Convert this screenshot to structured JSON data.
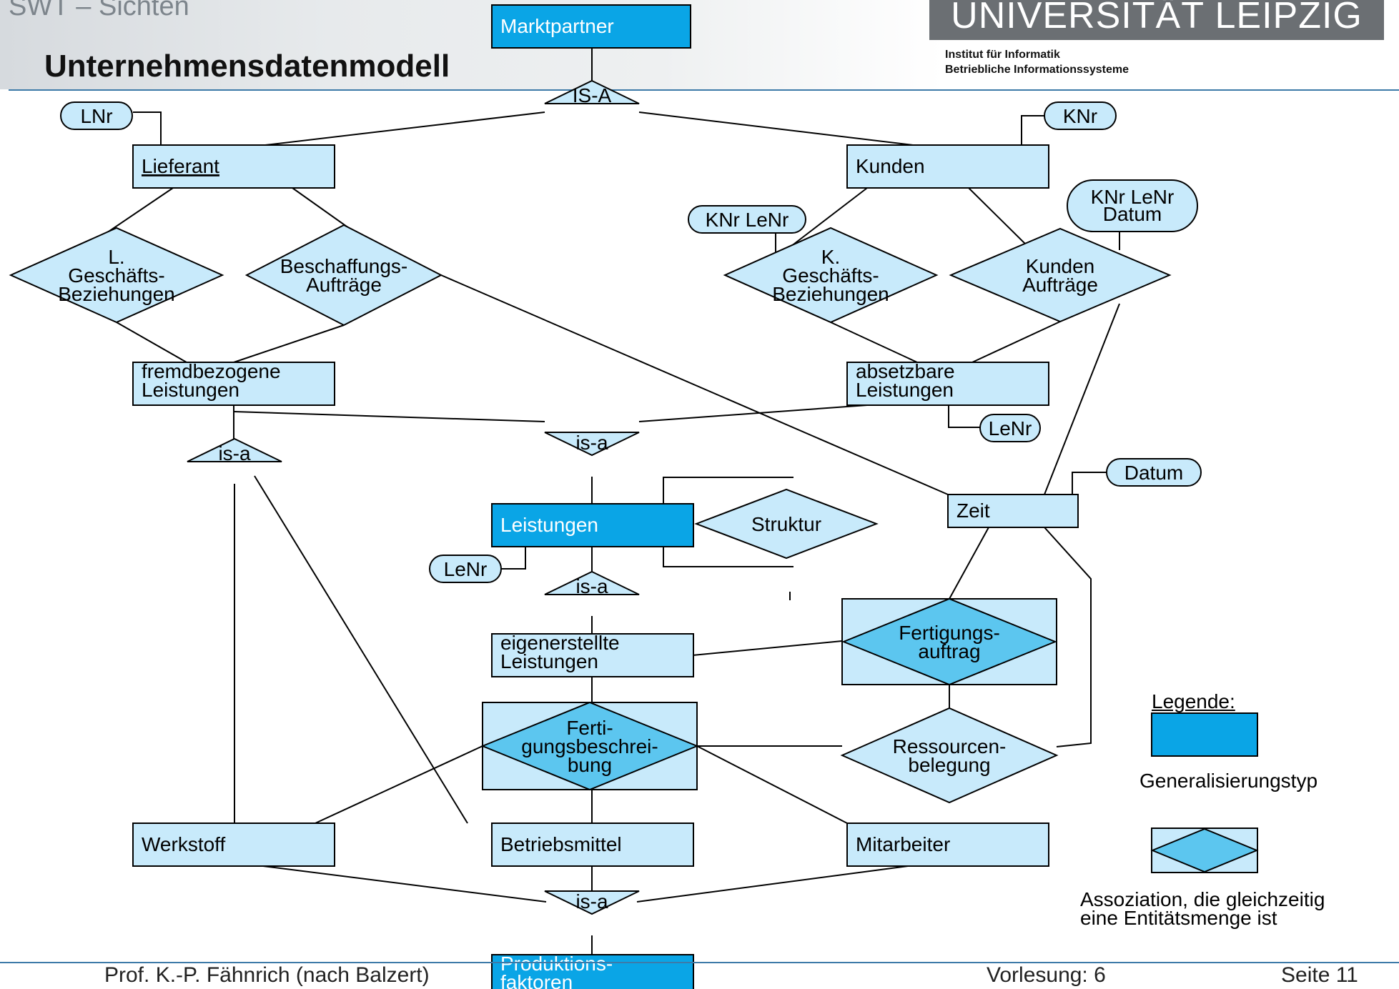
{
  "header": {
    "course": "SWT – Sichten",
    "title": "Unternehmensdatenmodell",
    "university": "UNIVERSITÄT LEIPZIG",
    "institute_line1": "Institut für Informatik",
    "institute_line2": "Betriebliche Informationssysteme"
  },
  "footer": {
    "author": "Prof. K.-P. Fähnrich (nach Balzert)",
    "lecture": "Vorlesung: 6",
    "page": "Seite 11"
  },
  "legend": {
    "title": "Legende:",
    "generalization_label": "Generalisierungstyp",
    "association_label_line1": "Assoziation, die gleichzeitig",
    "association_label_line2": "eine Entitätsmenge ist"
  },
  "colors": {
    "entity_fill": "#c8eafb",
    "relationship_fill": "#c8eafb",
    "generalization_fill": "#0aa5e6",
    "assoc_entity_diamond": "#5cc6ef",
    "stroke": "#000000",
    "accent_rule": "#3d7aa8"
  },
  "diagram": {
    "entities": [
      {
        "id": "marktpartner",
        "kind": "generalization",
        "lines": [
          "Marktpartner"
        ]
      },
      {
        "id": "lieferant",
        "kind": "entity",
        "lines": [
          "Lieferant"
        ],
        "underline": true
      },
      {
        "id": "kunden",
        "kind": "entity",
        "lines": [
          "Kunden"
        ]
      },
      {
        "id": "fremdbezogene",
        "kind": "entity",
        "lines": [
          "fremdbezogene",
          "Leistungen"
        ]
      },
      {
        "id": "absetzbare",
        "kind": "entity",
        "lines": [
          "absetzbare",
          "Leistungen"
        ]
      },
      {
        "id": "leistungen",
        "kind": "generalization",
        "lines": [
          "Leistungen"
        ]
      },
      {
        "id": "zeit",
        "kind": "entity",
        "lines": [
          "Zeit"
        ]
      },
      {
        "id": "eigenerstellte",
        "kind": "entity",
        "lines": [
          "eigenerstellte",
          "Leistungen"
        ]
      },
      {
        "id": "werkstoff",
        "kind": "entity",
        "lines": [
          "Werkstoff"
        ]
      },
      {
        "id": "betriebsmittel",
        "kind": "entity",
        "lines": [
          "Betriebsmittel"
        ]
      },
      {
        "id": "mitarbeiter",
        "kind": "entity",
        "lines": [
          "Mitarbeiter"
        ]
      },
      {
        "id": "produktionsfaktoren",
        "kind": "generalization",
        "lines": [
          "Produktions-",
          "faktoren"
        ]
      }
    ],
    "relationships": [
      {
        "id": "l-geschaeft",
        "lines": [
          "L.",
          "Geschäfts-",
          "Beziehungen"
        ]
      },
      {
        "id": "beschaffung",
        "lines": [
          "Beschaffungs-",
          "Aufträge"
        ]
      },
      {
        "id": "k-geschaeft",
        "lines": [
          "K.",
          "Geschäfts-",
          "Beziehungen"
        ]
      },
      {
        "id": "kundenauftraege",
        "lines": [
          "Kunden",
          "Aufträge"
        ]
      },
      {
        "id": "struktur",
        "lines": [
          "Struktur"
        ]
      },
      {
        "id": "ressourcen",
        "lines": [
          "Ressourcen-",
          "belegung"
        ]
      }
    ],
    "associative_entities": [
      {
        "id": "fertigungsauftrag",
        "lines": [
          "Fertigungs-",
          "auftrag"
        ]
      },
      {
        "id": "fertigungsbeschreibung",
        "lines": [
          "Ferti-",
          "gungsbeschrei-",
          "bung"
        ]
      }
    ],
    "isa": [
      {
        "id": "isa-top",
        "label": "IS-A"
      },
      {
        "id": "isa-left",
        "label": "is-a"
      },
      {
        "id": "isa-mid",
        "label": "is-a"
      },
      {
        "id": "isa-leist",
        "label": "is-a"
      },
      {
        "id": "isa-bottom",
        "label": "is-a"
      }
    ],
    "attributes": [
      {
        "id": "attr-lnr",
        "lines": [
          "LNr"
        ]
      },
      {
        "id": "attr-knr",
        "lines": [
          "KNr"
        ]
      },
      {
        "id": "attr-knr-lenr",
        "lines": [
          "KNr LeNr"
        ]
      },
      {
        "id": "attr-knr-lenr-datum",
        "lines": [
          "KNr LeNr",
          "Datum"
        ]
      },
      {
        "id": "attr-lenr-abs",
        "lines": [
          "LeNr"
        ]
      },
      {
        "id": "attr-datum",
        "lines": [
          "Datum"
        ]
      },
      {
        "id": "attr-lenr-leist",
        "lines": [
          "LeNr"
        ]
      }
    ]
  }
}
